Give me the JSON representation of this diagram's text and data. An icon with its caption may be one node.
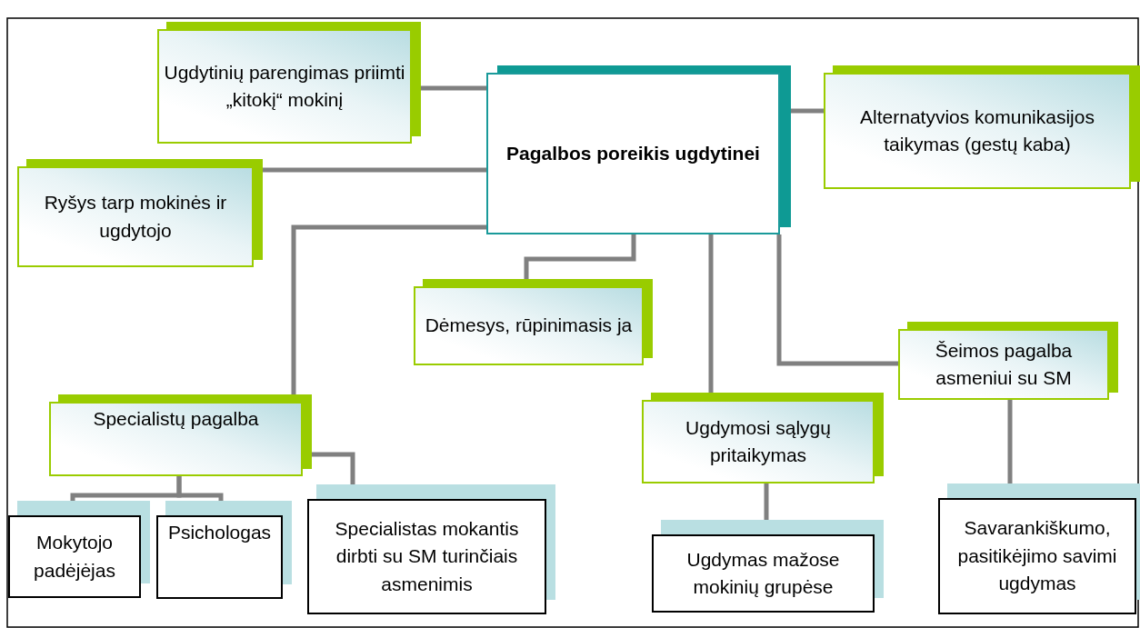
{
  "diagram": {
    "nodes": [
      {
        "text": [
          "Pagalbos poreikis ugdytinei"
        ]
      },
      {
        "text": [
          "Ugdytinių parengimas priimti „kitokį“ mokinį"
        ]
      },
      {
        "text": [
          "Alternatyvios komunikasijos taikymas (gestų kaba)"
        ]
      },
      {
        "text": [
          "Ryšys tarp mokinės ir ugdytojo"
        ]
      },
      {
        "text": [
          "Dėmesys, rūpinimasis ja"
        ]
      },
      {
        "text": [
          "Specialistų pagalba"
        ]
      },
      {
        "text": [
          "Ugdymosi sąlygų pritaikymas"
        ]
      },
      {
        "text": [
          "Šeimos pagalba asmeniui su SM"
        ]
      },
      {
        "text": [
          "Mokytojo padėjėjas"
        ]
      },
      {
        "text": [
          "Psichologas"
        ]
      },
      {
        "text": [
          "Specialistas mokantis dirbti su SM turinčiais asmenimis"
        ]
      },
      {
        "text": [
          "Ugdymas mažose mokinių grupėse"
        ]
      },
      {
        "text": [
          "Savarankiškumo, pasitikėjimo savimi ugdymas"
        ]
      }
    ],
    "edges": [
      {
        "from": 0,
        "to": 1,
        "arrow": "none"
      },
      {
        "from": 0,
        "to": 2,
        "arrow": "none"
      },
      {
        "from": 0,
        "to": 3,
        "arrow": "none"
      },
      {
        "from": 0,
        "to": 5,
        "arrow": "none"
      },
      {
        "from": 0,
        "to": 4,
        "arrow": "none"
      },
      {
        "from": 0,
        "to": 6,
        "arrow": "none"
      },
      {
        "from": 0,
        "to": 7,
        "arrow": "none"
      },
      {
        "from": 5,
        "to": 8,
        "arrow": "none"
      },
      {
        "from": 5,
        "to": 9,
        "arrow": "none"
      },
      {
        "from": 5,
        "to": 10,
        "arrow": "none"
      },
      {
        "from": 6,
        "to": 11,
        "arrow": "none"
      },
      {
        "from": 7,
        "to": 12,
        "arrow": "none"
      }
    ]
  }
}
